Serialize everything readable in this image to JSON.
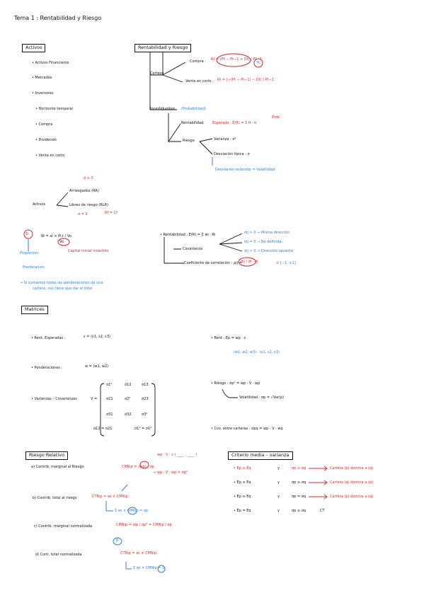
{
  "title": "Tema 1 : Rentabilidad y Riesgo",
  "activos_box": "Activos",
  "activos_list": [
    "• Activos Financieros",
    "• Mercados",
    "• Inversores",
    "• Horizonte temporal",
    "• Compra",
    "• Dividendo",
    "• Venta en corto"
  ],
  "rr_box": "Rentabilidad y Riesgo",
  "certeza": "Certeza",
  "compra_label": "Compra :",
  "compra_formula": "Rt = (Pt − Pt−1 + Dt) / Pt−1",
  "venta_label": "Venta en corto :",
  "venta_formula": "Rt = (−(Pt − Pt−1) − Dt) / Pt−1",
  "percent_mark": "%",
  "incert_label": "Incertidumbre",
  "incert_note": "(Probabilidad)",
  "rentab_label": "Rentabilidad",
  "esperada": "Esperada : E(R) = Σ R · π",
  "prob_mark": "Prob",
  "riesgo_label": "Riesgo",
  "varianza": "Varianza : σ²",
  "desviacion": "Desviación típica : σ",
  "desviacion_note": "Desviación estandar = Volatilidad",
  "sigma_pos": "σ ≥ 0",
  "arriesgados": "Arriesgados (RA)",
  "activos_root": "Activos",
  "libres": "Libres de riesgo (RLR)",
  "sigma_zero": "σ = 0",
  "rf_rf": "Rf = Cf",
  "w_formula": "W = ai × Pi,t / Vo",
  "sum_circle": "Σi",
  "vo_circle": "Vo",
  "capital_note": "Capital inicial invertido",
  "proporcion": "Proporción",
  "ponderacion": "Ponderación",
  "rentab_eq": "• Rentabilidad : E(R) = Σ wi · Ri",
  "covarianza": "Covarianza",
  "coef_corr": "Coeficiente de correlación : ρij =",
  "rho_frac": "σij / σi · σj",
  "rho_range": "∈ [−1, +1]",
  "sigma_gt": "σij > 0 → Misma dirección",
  "sigma_eq": "σij = 0 → No definida",
  "sigma_lt": "σij < 0 → Dirección opuesta",
  "blue_note_1": "→ Si sumamos todas las ponderaciones de una",
  "blue_note_2": "cartera, nos tiene que dar el total",
  "matrices_box": "Matrices",
  "rent_esperadas": "• Rent. Esperadas :",
  "vec_e": "ε = (ε1, ε2, ε3)",
  "ponderaciones": "• Ponderaciones :",
  "vec_w": "w = (w1, w2)",
  "var_cov": "• Varianzas – Covarianzas",
  "v_label": "V =",
  "matrix": [
    [
      "σ1²",
      "σ12",
      "σ13"
    ],
    [
      "σ21",
      "σ2²",
      "σ23"
    ],
    [
      "σ31",
      "σ32",
      "σ3²"
    ]
  ],
  "sym1": "σ12 = σ21",
  "sym2": "σ1² = σ1²",
  "rent_right": "• Rent : Ep = wp · ε",
  "rent_vec": "(w1, w2, w3) · (ε1, ε2, ε3)",
  "riesgo_right": "• Riesgo : σp² = wp · V · wp",
  "volatilidad": "Volatilidad : σp = √Var(p)",
  "cov_carteras": "• Cov. entre carteras : σpq = wp · V · wq",
  "riesgo_rel_box": "Riesgo Relativo",
  "a_label": "a) Contrib. marginal al Riesgo",
  "a_formula": "CMRip = (σip) / σp",
  "a_note1": "wp · V · ε ( ____ , ____ )",
  "a_note2": "→ wp · V · wp = σp²",
  "b_label": "b) Contrib. total al riesgo",
  "b_formula": "CTRip = wi × CMRip",
  "b_sum": "Σ wi × CMRip = σp",
  "c_label": "c) Contrib. marginal normalizada",
  "c_formula": "CMNip = σip / σp² = CMRip / σp",
  "c_beta": "β",
  "d_label": "d) Cont. total normalizada",
  "d_formula": "CTNip = wi × CMNip",
  "d_sum": "Σ wi × CMNip = 1",
  "criterio_box": "Criterio media – varianza",
  "crit_rows": [
    {
      "l": "• Ep ≥ Eq",
      "m": "σp ≤ σq",
      "r": "Cartera (p) domina a (q)"
    },
    {
      "l": "• Ep ≤ Eq",
      "m": "σp ≥ σq",
      "r": "Cartera (q) domina a (p)"
    },
    {
      "l": "• Ep ≥ Eq",
      "m": "σp = σq",
      "r": "Cartera (p) domina a (q)"
    },
    {
      "l": "• Ep = Eq",
      "m": "σp ≥ σq",
      "r": "CT"
    }
  ],
  "y_word": "y",
  "colors": {
    "red": "#d52a2a",
    "blue": "#2f7fd7"
  }
}
